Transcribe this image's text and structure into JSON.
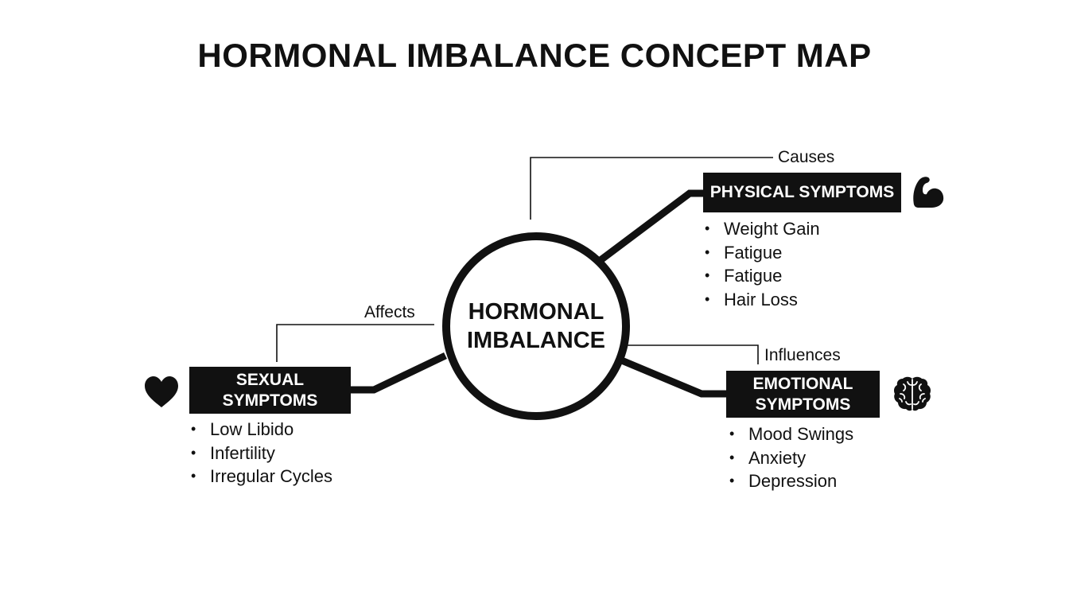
{
  "title": "HORMONAL IMBALANCE CONCEPT MAP",
  "center": {
    "line1": "HORMONAL",
    "line2": "IMBALANCE"
  },
  "edges": {
    "causes": "Causes",
    "affects": "Affects",
    "influences": "Influences"
  },
  "physical": {
    "label": "PHYSICAL SYMPTOMS",
    "icon": "flexed-bicep-icon",
    "items": [
      "Weight Gain",
      "Fatigue",
      "Fatigue",
      "Hair Loss"
    ]
  },
  "sexual": {
    "label_line1": "SEXUAL",
    "label_line2": "SYMPTOMS",
    "icon": "heart-icon",
    "items": [
      "Low Libido",
      "Infertility",
      "Irregular Cycles"
    ]
  },
  "emotional": {
    "label_line1": "EMOTIONAL",
    "label_line2": "SYMPTOMS",
    "icon": "brain-icon",
    "items": [
      "Mood Swings",
      "Anxiety",
      "Depression"
    ]
  },
  "colors": {
    "ink": "#111111",
    "background": "#ffffff",
    "box_text": "#ffffff"
  }
}
